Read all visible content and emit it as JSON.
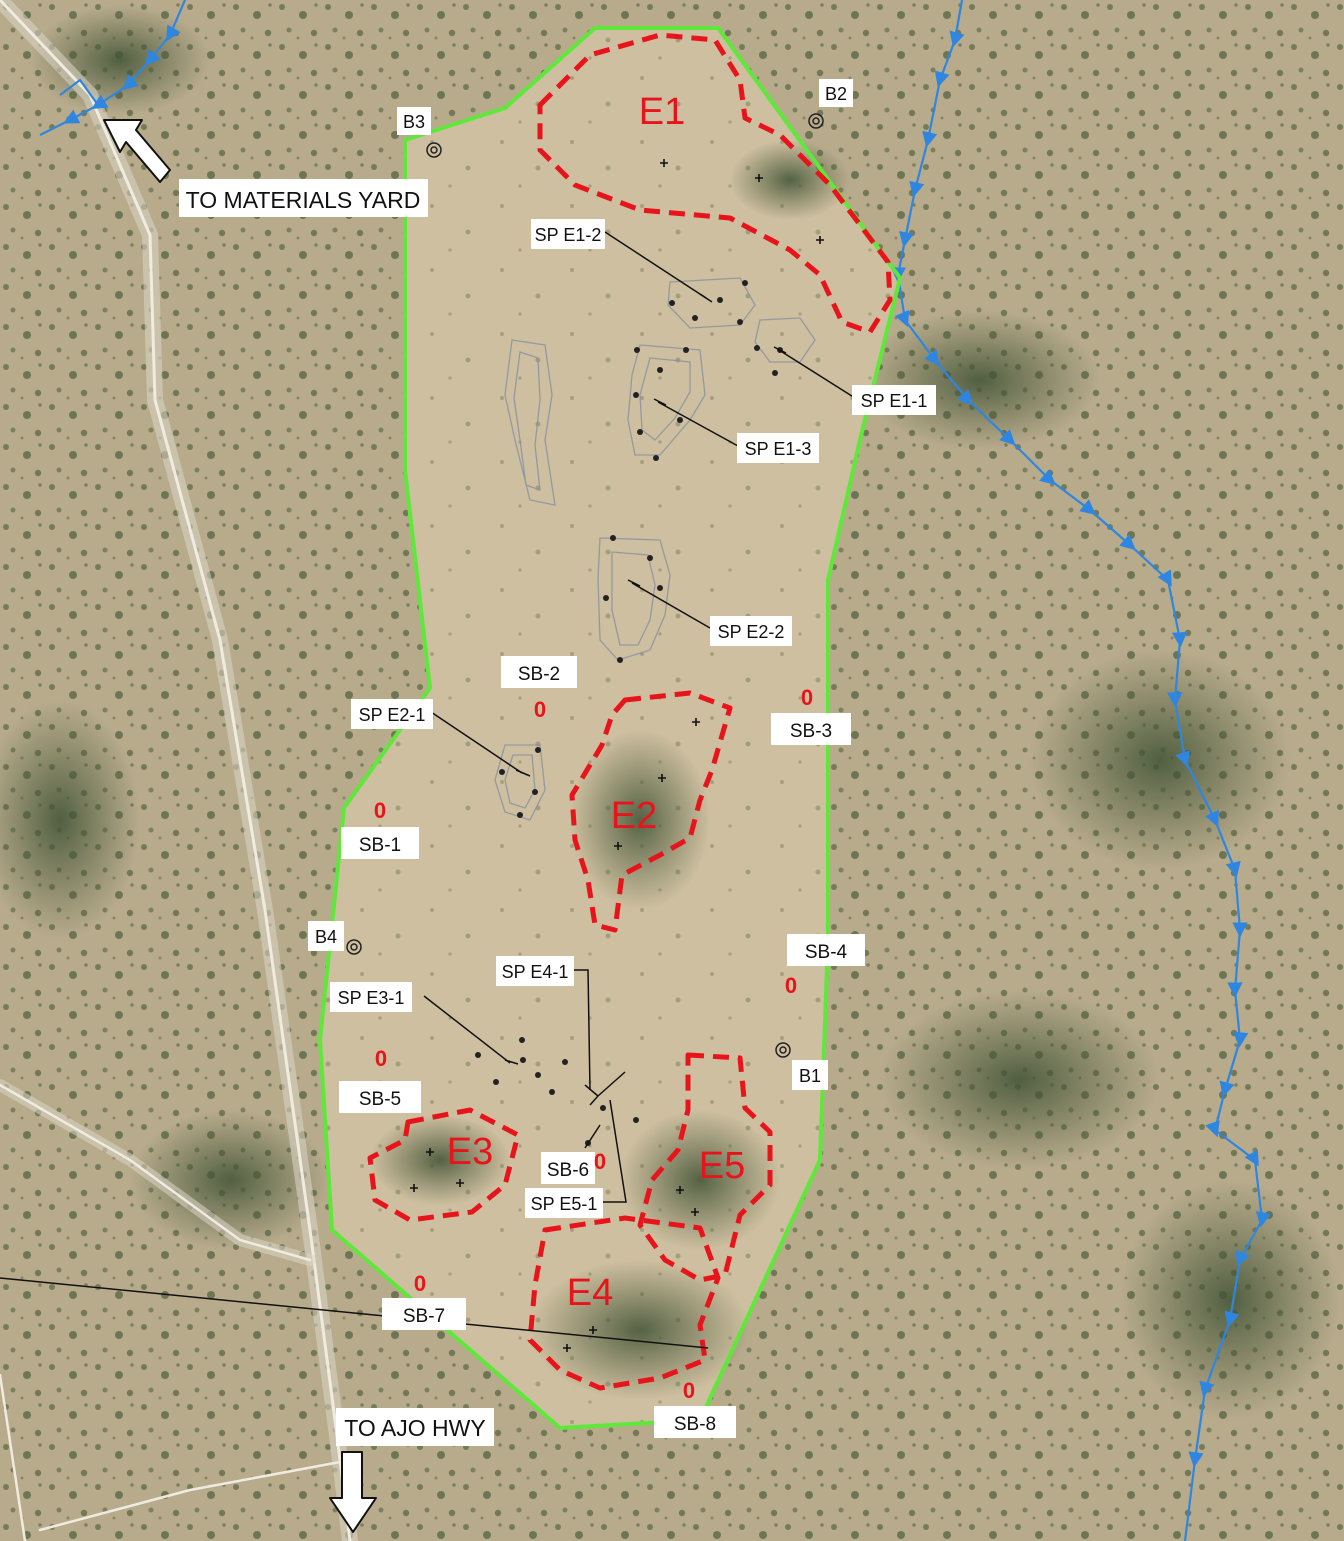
{
  "colors": {
    "terrain": "#b7ab8c",
    "clearing": "#cdbf9f",
    "boundary": "#5ee83a",
    "zone_outline": "#e8141c",
    "wash": "#2f86e0",
    "road": "#ddd6c6"
  },
  "directions": {
    "materials_yard": "TO MATERIALS YARD",
    "ajo_hwy": "TO AJO HWY"
  },
  "zones": {
    "e1": "E1",
    "e2": "E2",
    "e3": "E3",
    "e4": "E4",
    "e5": "E5"
  },
  "boreholes": {
    "b1": "B1",
    "b2": "B2",
    "b3": "B3",
    "b4": "B4"
  },
  "soil_borings": {
    "sb1": "SB-1",
    "sb2": "SB-2",
    "sb3": "SB-3",
    "sb4": "SB-4",
    "sb5": "SB-5",
    "sb6": "SB-6",
    "sb7": "SB-7",
    "sb8": "SB-8",
    "marker": "0"
  },
  "stockpiles": {
    "e1_1": "SP E1-1",
    "e1_2": "SP E1-2",
    "e1_3": "SP E1-3",
    "e2_1": "SP E2-1",
    "e2_2": "SP E2-2",
    "e3_1": "SP E3-1",
    "e4_1": "SP E4-1",
    "e5_1": "SP E5-1"
  }
}
